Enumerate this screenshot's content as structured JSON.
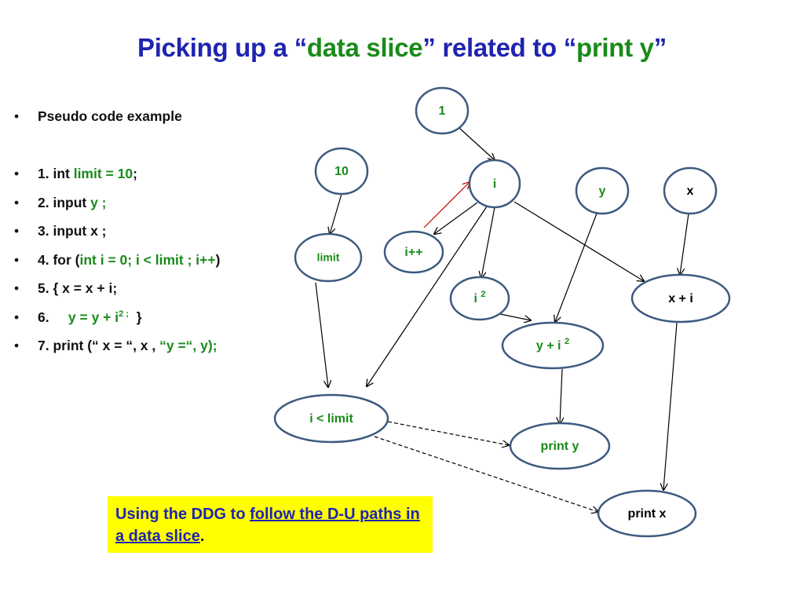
{
  "title": {
    "part1": "Picking up a “",
    "part2": "data slice",
    "part3": "” related to “",
    "part4": "print y",
    "part5": "”"
  },
  "bullets": {
    "b0": "Pseudo code example",
    "b1": {
      "a": "1. int ",
      "b": "limit = 10",
      "c": ";"
    },
    "b2": {
      "a": "2. input ",
      "b": "y ;"
    },
    "b3": "3. input x ;",
    "b4": {
      "a": "4. for (",
      "b": "int i = 0;  i < limit ; i++",
      "c": ")"
    },
    "b5": "5.  {  x = x + i;",
    "b6": {
      "a": "6.     ",
      "b": "y = y + i",
      "sup": "2 ;",
      "c": "  }"
    },
    "b7": {
      "a": "7. print (“ x = “, x , ",
      "b": "“y  =“, y);"
    }
  },
  "diagram": {
    "colors": {
      "stroke": "#3d5a80",
      "green": "#1a8a1a",
      "black": "#000000",
      "red": "#c00000"
    },
    "nodes": {
      "n1": "1",
      "n10": "10",
      "ni": "i",
      "ny": "y",
      "nx": "x",
      "nlimit": "limit",
      "nipp": "i++",
      "ni2": {
        "base": "i ",
        "sup": "2"
      },
      "nxi": "x + i",
      "nyi2": {
        "base": "y + i ",
        "sup": "2"
      },
      "ncond": "i < limit",
      "nprinty": "print y",
      "nprintx": "print x"
    }
  },
  "callout": {
    "a": "Using the DDG to ",
    "b": "follow the D-U paths in a data slice",
    "c": "."
  }
}
